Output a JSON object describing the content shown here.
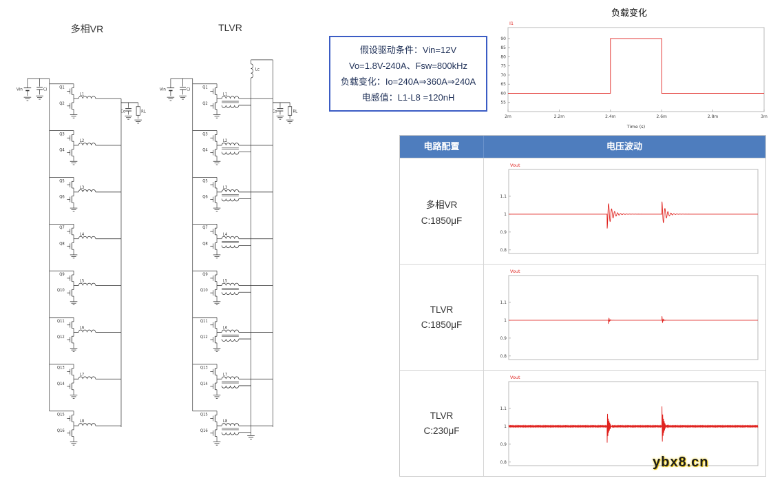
{
  "page": {
    "watermark": "ybx8.cn"
  },
  "schematics": {
    "left_title": "多相VR",
    "right_title": "TLVR",
    "shared_labels": {
      "vin": "Vin",
      "ci": "Ci",
      "co": "Co",
      "rl": "RL",
      "lc": "Lc"
    },
    "phases": [
      {
        "q_top": "Q1",
        "q_bot": "Q2",
        "ind": "L1"
      },
      {
        "q_top": "Q3",
        "q_bot": "Q4",
        "ind": "L2"
      },
      {
        "q_top": "Q5",
        "q_bot": "Q6",
        "ind": "L3"
      },
      {
        "q_top": "Q7",
        "q_bot": "Q8",
        "ind": "L4"
      },
      {
        "q_top": "Q9",
        "q_bot": "Q10",
        "ind": "L5"
      },
      {
        "q_top": "Q11",
        "q_bot": "Q12",
        "ind": "L6"
      },
      {
        "q_top": "Q13",
        "q_bot": "Q14",
        "ind": "L7"
      },
      {
        "q_top": "Q15",
        "q_bot": "Q16",
        "ind": "L8"
      }
    ]
  },
  "assumptions": {
    "border_color": "#3b5cc4",
    "lines": [
      "假设驱动条件：Vin=12V",
      "Vo=1.8V-240A、Fsw=800kHz",
      "负载变化：Io=240A⇒360A⇒240A",
      "电感值：L1-L8 =120nH"
    ]
  },
  "table": {
    "header_bg": "#4e7dbe",
    "headers": [
      "电路配置",
      "电压波动"
    ],
    "rows": [
      {
        "config_line1": "多相VR",
        "config_line2": "C:1850μF"
      },
      {
        "config_line1": "TLVR",
        "config_line2": "C:1850μF"
      },
      {
        "config_line1": "TLVR",
        "config_line2": "C:230μF"
      }
    ]
  },
  "chart_data": [
    {
      "id": "load-change",
      "type": "line",
      "title": "负载变化",
      "legend": [
        "I1"
      ],
      "color": "#e02420",
      "xlabel": "Time (s)",
      "xlim": [
        2,
        3
      ],
      "x_ticks": [
        {
          "v": 2,
          "label": "2m"
        },
        {
          "v": 2.2,
          "label": "2.2m"
        },
        {
          "v": 2.4,
          "label": "2.4m"
        },
        {
          "v": 2.6,
          "label": "2.6m"
        },
        {
          "v": 2.8,
          "label": "2.8m"
        },
        {
          "v": 3,
          "label": "3m"
        }
      ],
      "ylim": [
        50,
        96
      ],
      "y_ticks": [
        55,
        60,
        65,
        70,
        75,
        80,
        85,
        90
      ],
      "points": [
        [
          2,
          60
        ],
        [
          2.4,
          60
        ],
        [
          2.4,
          90
        ],
        [
          2.6,
          90
        ],
        [
          2.6,
          60
        ],
        [
          3,
          60
        ]
      ]
    },
    {
      "id": "vout-multiphase-1850uF",
      "type": "line",
      "legend": [
        "Vout"
      ],
      "color": "#e02420",
      "ylim": [
        0.78,
        1.25
      ],
      "y_ticks": [
        0.8,
        0.9,
        1,
        1.1
      ],
      "baseline": 1,
      "ripple": 0,
      "events": [
        {
          "x": 0.395,
          "amp": 0.08,
          "sign": -1,
          "period": 0.012,
          "decay": 0.018
        },
        {
          "x": 0.615,
          "amp": 0.07,
          "sign": 1,
          "period": 0.012,
          "decay": 0.015
        }
      ]
    },
    {
      "id": "vout-tlvr-1850uF",
      "type": "line",
      "legend": [
        "Vout"
      ],
      "color": "#e02420",
      "ylim": [
        0.78,
        1.25
      ],
      "y_ticks": [
        0.8,
        0.9,
        1,
        1.1
      ],
      "baseline": 1,
      "ripple": 0,
      "events": [
        {
          "x": 0.4,
          "amp": 0.02,
          "sign": -1,
          "period": 0.005,
          "decay": 0.004
        },
        {
          "x": 0.615,
          "amp": 0.022,
          "sign": 1,
          "period": 0.005,
          "decay": 0.004
        }
      ]
    },
    {
      "id": "vout-tlvr-230uF",
      "type": "line",
      "legend": [
        "Vout"
      ],
      "color": "#e02420",
      "ylim": [
        0.78,
        1.25
      ],
      "y_ticks": [
        0.8,
        0.9,
        1,
        1.1
      ],
      "baseline": 1,
      "ripple": 0.004,
      "events": [
        {
          "x": 0.395,
          "amp": 0.095,
          "sign": -1,
          "period": 0.003,
          "decay": 0.006
        },
        {
          "x": 0.615,
          "amp": 0.115,
          "sign": 1,
          "period": 0.003,
          "decay": 0.006
        }
      ]
    }
  ]
}
